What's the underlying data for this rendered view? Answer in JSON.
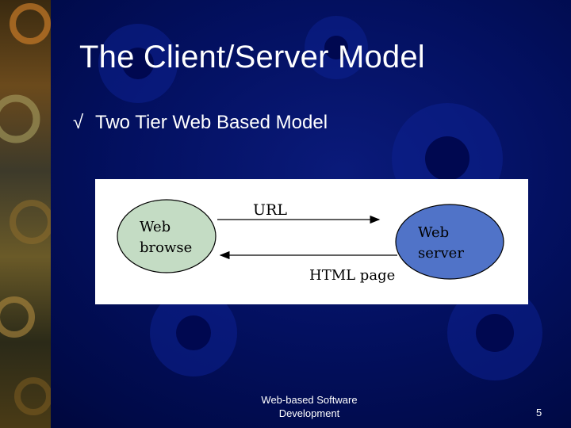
{
  "slide": {
    "title": "The Client/Server Model",
    "bullet_marker": "√",
    "bullet_text": "Two Tier Web Based Model",
    "footer_line1": "Web-based Software",
    "footer_line2": "Development",
    "page_number": "5"
  },
  "diagram": {
    "client_label_line1": "Web",
    "client_label_line2": "browse",
    "server_label_line1": "Web",
    "server_label_line2": "server",
    "request_label": "URL",
    "response_label": "HTML page",
    "client_color": "#c4dcc4",
    "server_color": "#5073c8",
    "background_color": "#ffffff"
  }
}
